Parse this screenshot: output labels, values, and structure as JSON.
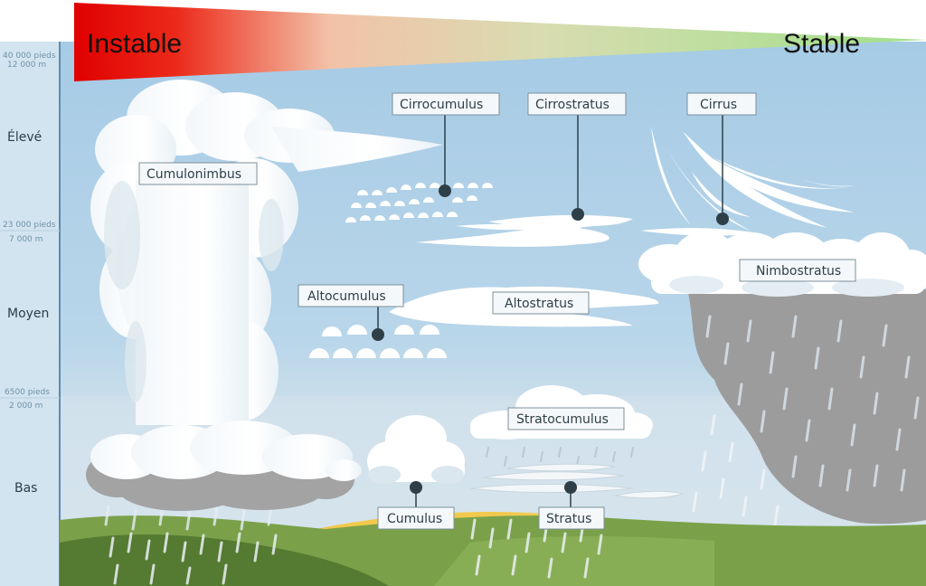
{
  "stability": {
    "left": "Instable",
    "right": "Stable"
  },
  "altitudes": [
    {
      "ft": "40 000 pieds",
      "m": "12 000 m"
    },
    {
      "ft": "23 000 pieds",
      "m": "7 000 m"
    },
    {
      "ft": "6500 pieds",
      "m": "2 000 m"
    }
  ],
  "bands": [
    "Élevé",
    "Moyen",
    "Bas"
  ],
  "clouds": {
    "cumulonimbus": "Cumulonimbus",
    "cirrocumulus": "Cirrocumulus",
    "cirrostratus": "Cirrostratus",
    "cirrus": "Cirrus",
    "nimbostratus": "Nimbostratus",
    "altocumulus": "Altocumulus",
    "altostratus": "Altostratus",
    "stratocumulus": "Stratocumulus",
    "cumulus": "Cumulus",
    "stratus": "Stratus"
  },
  "colors": {
    "unstable": "#e00000",
    "stable": "#9fe08a",
    "sky_high": "#a9cde6",
    "sky_low": "#cfe0ea",
    "ground": "#7aa14a",
    "rain_cloud": "#9b9b9b",
    "pin": "#2f3f48"
  }
}
